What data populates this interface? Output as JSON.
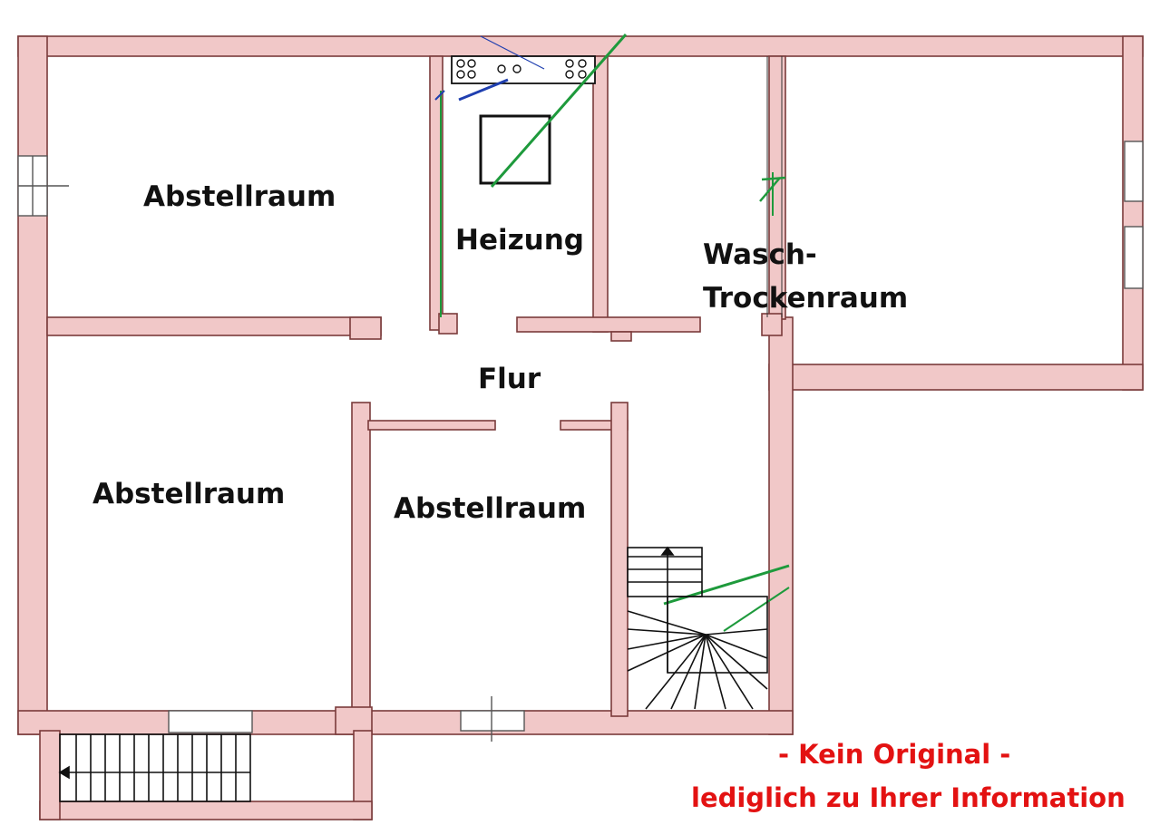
{
  "rooms": {
    "abstellraum_top_left": "Abstellraum",
    "heizung": "Heizung",
    "wasch_line1": "Wasch-",
    "wasch_line2": "Trockenraum",
    "flur": "Flur",
    "abstellraum_bottom_left": "Abstellraum",
    "abstellraum_middle": "Abstellraum"
  },
  "note": {
    "line1": "- Kein Original -",
    "line2": "lediglich zu Ihrer Information"
  },
  "colors": {
    "wall_fill": "#f1c8c8",
    "wall_line": "#7a3b3b",
    "label": "#111111",
    "note": "#e31212",
    "pipe_green": "#1e9a3c",
    "pipe_blue": "#1f3fb0"
  }
}
